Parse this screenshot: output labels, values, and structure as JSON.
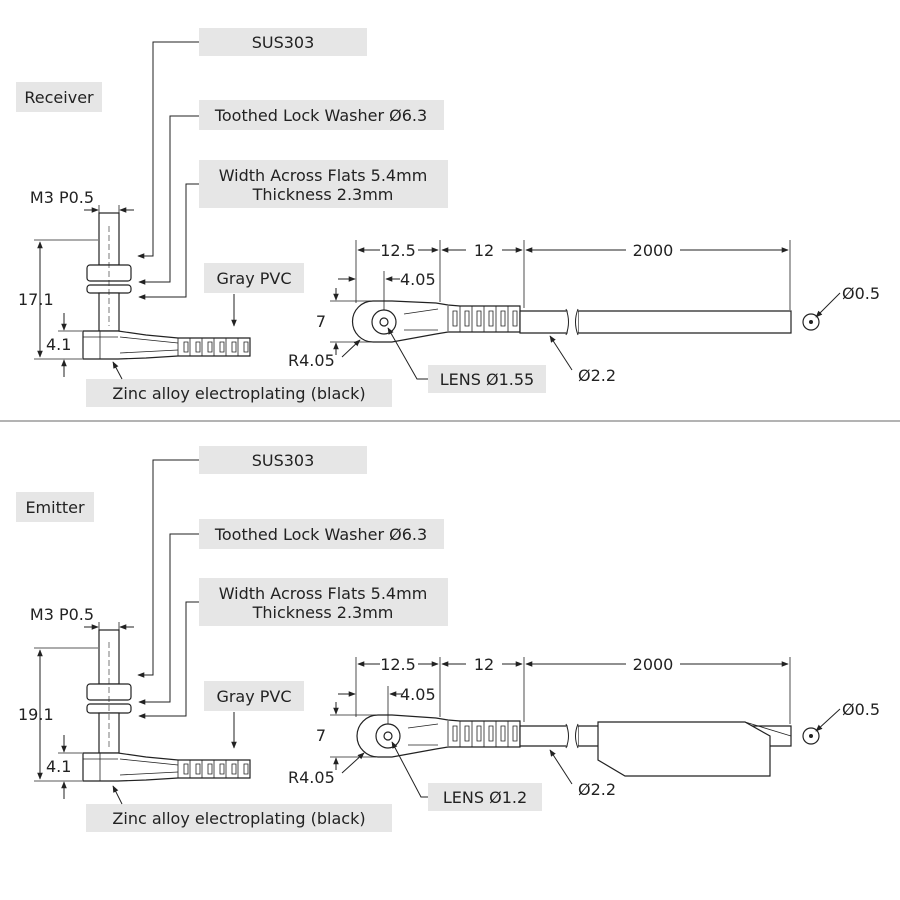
{
  "receiver": {
    "title": "Receiver",
    "material": "SUS303",
    "washer": "Toothed Lock Washer Ø6.3",
    "flats_line1": "Width Across Flats 5.4mm",
    "flats_line2": "Thickness 2.3mm",
    "thread": "M3 P0.5",
    "height": "17.1",
    "base": "4.1",
    "sheath": "Gray PVC",
    "coating": "Zinc alloy electroplating (black)",
    "dim_head": "12.5",
    "dim_sleeve": "12",
    "dim_cable": "2000",
    "dim_lens_offset": "4.05",
    "dim_head_height": "7",
    "radius": "R4.05",
    "lens": "LENS Ø1.55",
    "cable_dia": "Ø2.2",
    "core_dia": "Ø0.5"
  },
  "emitter": {
    "title": "Emitter",
    "material": "SUS303",
    "washer": "Toothed Lock Washer Ø6.3",
    "flats_line1": "Width Across Flats 5.4mm",
    "flats_line2": "Thickness 2.3mm",
    "thread": "M3 P0.5",
    "height": "19.1",
    "base": "4.1",
    "sheath": "Gray PVC",
    "coating": "Zinc alloy electroplating (black)",
    "dim_head": "12.5",
    "dim_sleeve": "12",
    "dim_cable": "2000",
    "dim_lens_offset": "4.05",
    "dim_head_height": "7",
    "radius": "R4.05",
    "lens": "LENS Ø1.2",
    "cable_dia": "Ø2.2",
    "core_dia": "Ø0.5"
  }
}
